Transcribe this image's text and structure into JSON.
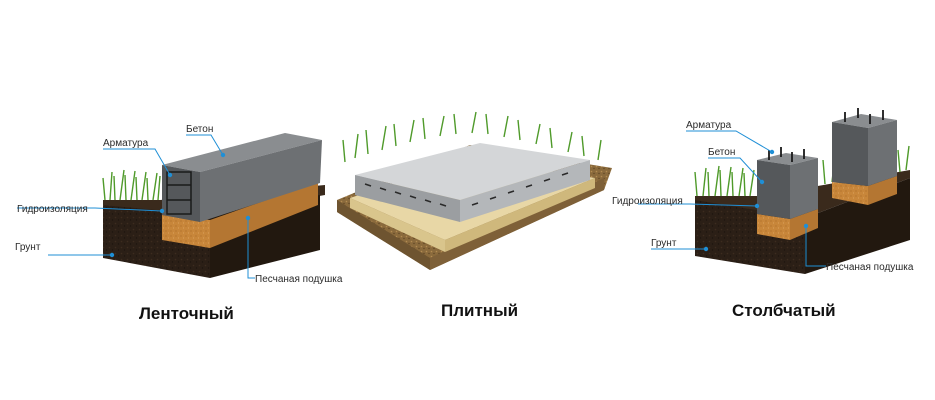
{
  "colors": {
    "concrete_top": "#8a8d90",
    "concrete_front": "#55585b",
    "concrete_side": "#6d7073",
    "soil": "#2b1f16",
    "sand": "#c8863a",
    "grass": "#4f9a2a",
    "leader": "#1f8fd6"
  },
  "strip": {
    "title": "Ленточный",
    "labels": {
      "armatura": "Арматура",
      "beton": "Бетон",
      "gidro": "Гидроизоляция",
      "grunt": "Грунт",
      "pesok": "Песчаная подушка"
    }
  },
  "slab": {
    "title": "Плитный"
  },
  "column": {
    "title": "Столбчатый",
    "labels": {
      "armatura": "Арматура",
      "beton": "Бетон",
      "gidro": "Гидроизоляция",
      "grunt": "Грунт",
      "pesok": "Песчаная подушка"
    }
  }
}
